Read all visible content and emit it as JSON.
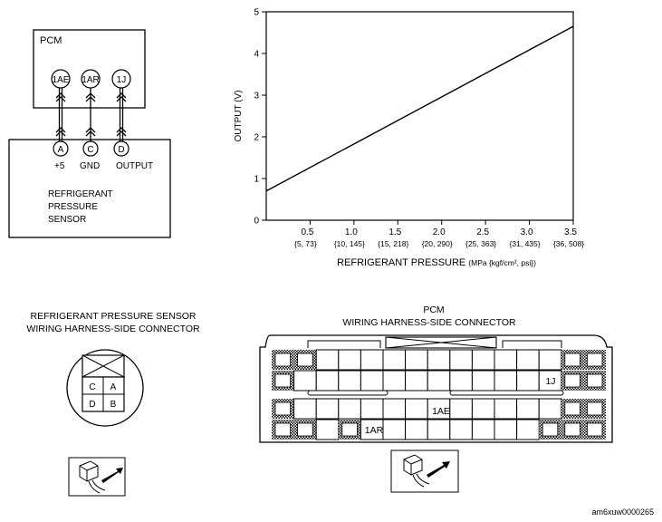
{
  "wiring": {
    "pcm_label": "PCM",
    "pcm_terminals": [
      "1AE",
      "1AR",
      "1J"
    ],
    "sensor_pins": [
      "A",
      "C",
      "D"
    ],
    "pin_functions": [
      "+5",
      "GND",
      "OUTPUT"
    ],
    "sensor_name": [
      "REFRIGERANT",
      "PRESSURE",
      "SENSOR"
    ]
  },
  "chart_data": {
    "type": "line",
    "ylabel": "OUTPUT (V)",
    "xlabel_main": "REFRIGERANT PRESSURE",
    "xlabel_unit": "(MPa {kgf/cm², psi})",
    "ylim": [
      0,
      5
    ],
    "xlim": [
      0,
      3.5
    ],
    "yticks": [
      "0",
      "1",
      "2",
      "3",
      "4",
      "5"
    ],
    "xticks": [
      {
        "mpa": "0.5",
        "alt": "{5, 73}"
      },
      {
        "mpa": "1.0",
        "alt": "{10, 145}"
      },
      {
        "mpa": "1.5",
        "alt": "{15, 218}"
      },
      {
        "mpa": "2.0",
        "alt": "{20, 290}"
      },
      {
        "mpa": "2.5",
        "alt": "{25, 363}"
      },
      {
        "mpa": "3.0",
        "alt": "{31, 435}"
      },
      {
        "mpa": "3.5",
        "alt": "{36, 508}"
      }
    ],
    "series": [
      {
        "x": [
          0,
          3.5
        ],
        "y": [
          0.7,
          4.65
        ]
      }
    ]
  },
  "sensor_connector": {
    "title_line1": "REFRIGERANT PRESSURE SENSOR",
    "title_line2": "WIRING HARNESS-SIDE CONNECTOR",
    "pins": [
      "C",
      "A",
      "D",
      "B"
    ]
  },
  "pcm_connector": {
    "title_line1": "PCM",
    "title_line2": "WIRING HARNESS-SIDE CONNECTOR",
    "labels": [
      "1J",
      "1AE",
      "1AR"
    ]
  },
  "footer": {
    "code": "am6xuw0000265"
  }
}
